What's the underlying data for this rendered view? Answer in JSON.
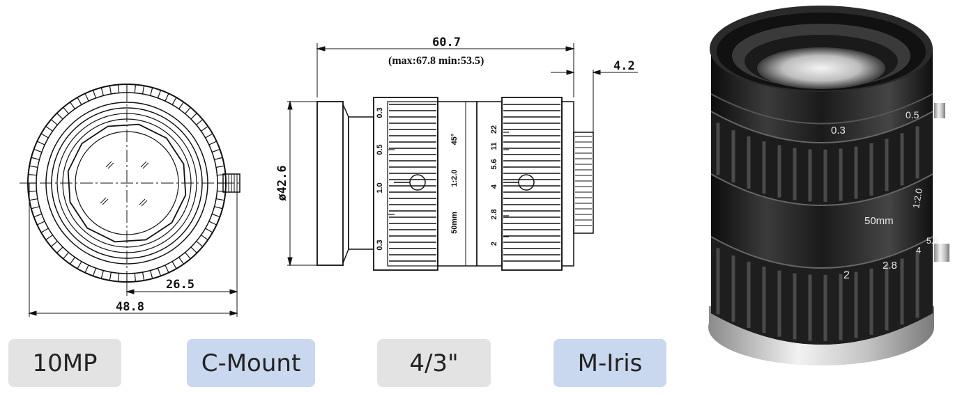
{
  "dimensions": {
    "front_view": {
      "radius_label": "26.5",
      "diameter_label": "48.8"
    },
    "side_view": {
      "length_label": "60.7",
      "length_range_label": "(max:67.8   min:53.5)",
      "flange_label": "4.2",
      "diameter_label": "ø42.6",
      "focus_scale": [
        "0.3",
        "0.5",
        "1.0",
        "0.3"
      ],
      "ring_text": [
        "45°",
        "1:2.0",
        "50mm"
      ],
      "iris_scale": [
        "22",
        "11",
        "5.6",
        "4",
        "2.8",
        "2"
      ]
    }
  },
  "photo": {
    "labels": [
      "0.3",
      "0.5",
      "1:2.0",
      "50mm",
      "2",
      "2.8",
      "4",
      "5.6"
    ]
  },
  "tags": [
    {
      "label": "10MP",
      "color": "#e3e3e3"
    },
    {
      "label": "C-Mount",
      "color": "#c9d8ef"
    },
    {
      "label": "4/3\"",
      "color": "#e3e3e3"
    },
    {
      "label": "M-Iris",
      "color": "#c9d8ef"
    }
  ]
}
